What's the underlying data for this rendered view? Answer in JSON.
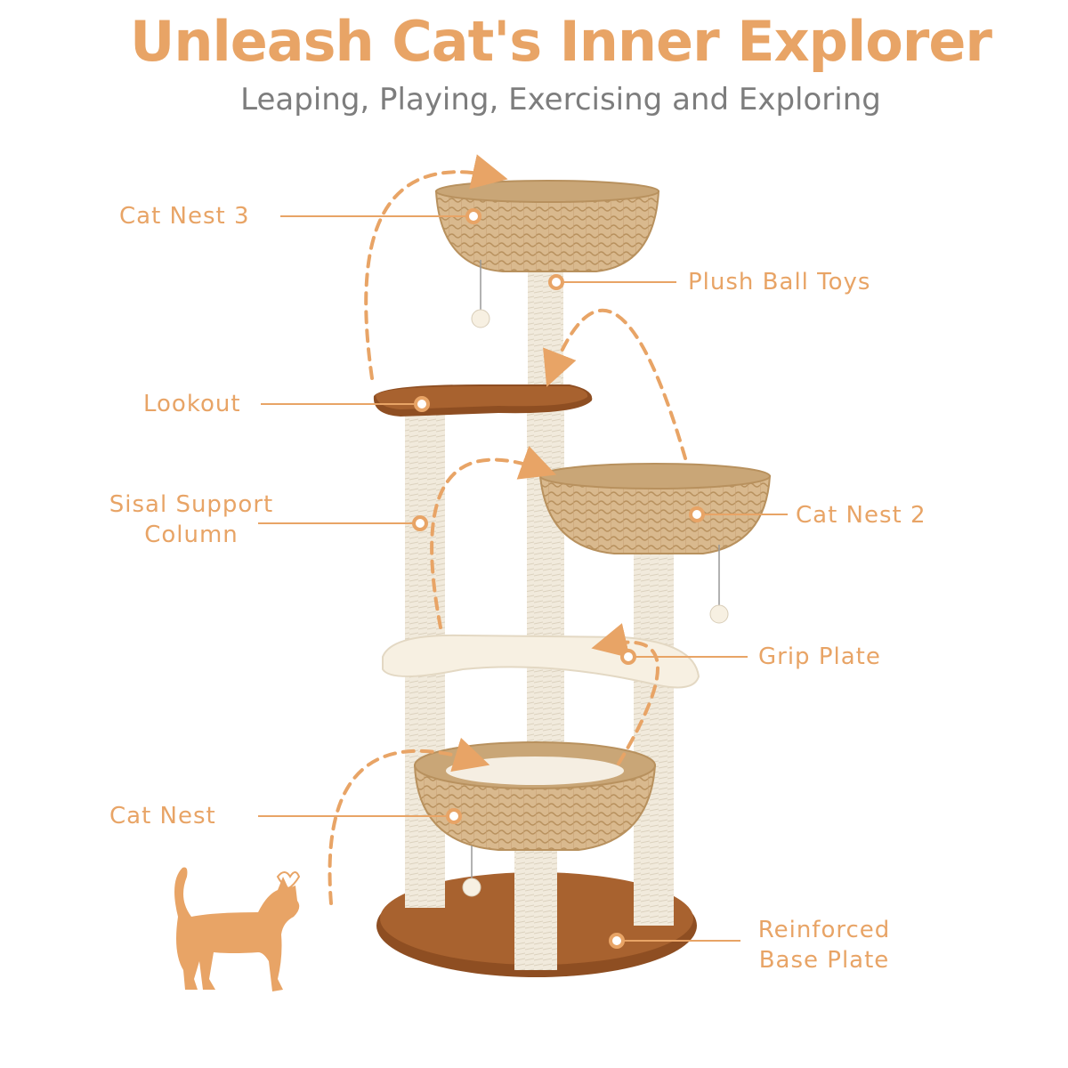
{
  "header": {
    "title": "Unleash Cat's Inner Explorer",
    "subtitle": "Leaping, Playing, Exercising and Exploring"
  },
  "labels": {
    "cat_nest_3": "Cat Nest 3",
    "plush_ball_toys": "Plush Ball Toys",
    "lookout": "Lookout",
    "sisal_line1": "Sisal Support",
    "sisal_line2": "Column",
    "cat_nest_2": "Cat Nest 2",
    "grip_plate": "Grip Plate",
    "cat_nest": "Cat Nest",
    "base_line1": "Reinforced",
    "base_line2": "Base Plate"
  },
  "colors": {
    "accent": "#E8A466",
    "subtitle": "#7d7d7d",
    "wicker": "#D9B98E",
    "wicker_dark": "#B8915E",
    "sisal": "#F1EADC",
    "plush_brown": "#A8622F",
    "plush_cream": "#F7F0E2",
    "cat": "#E8A466"
  }
}
